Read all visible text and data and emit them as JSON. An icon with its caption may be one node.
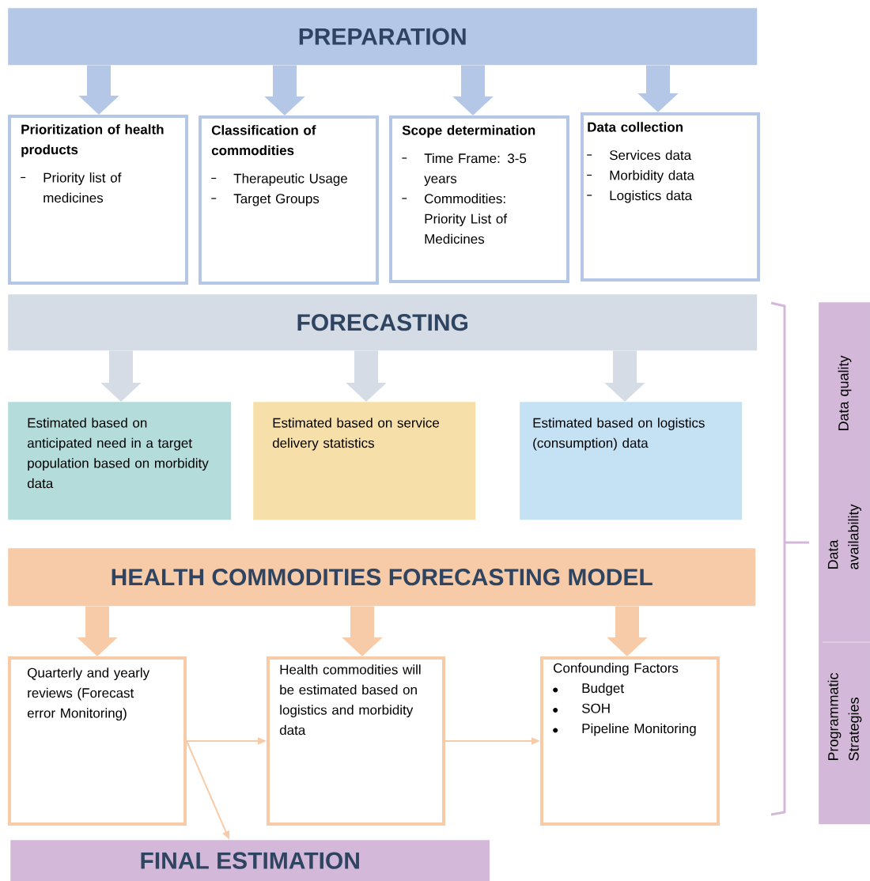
{
  "diagram": {
    "nodes": [
      {
        "text": [
          "PREPARATION"
        ]
      },
      {
        "text": [
          "Prioritization of health products",
          "Priority list of medicines"
        ]
      },
      {
        "text": [
          "Classification of commodities",
          "Therapeutic Usage",
          "Target Groups"
        ]
      },
      {
        "text": [
          "Scope determination",
          "Time Frame: 3-5 years",
          "Commodities: Priority List of Medicines"
        ]
      },
      {
        "text": [
          "Data collection",
          "Services data",
          "Morbidity data",
          "Logistics data"
        ]
      },
      {
        "text": [
          "FORECASTING"
        ]
      },
      {
        "text": [
          "Estimated based on anticipated need in a target population based on morbidity data"
        ]
      },
      {
        "text": [
          "Estimated based on service delivery statistics"
        ]
      },
      {
        "text": [
          "Estimated based on logistics (consumption) data"
        ]
      },
      {
        "text": [
          "HEALTH COMMODITIES FORECASTING MODEL"
        ]
      },
      {
        "text": [
          "Quarterly and yearly reviews (Forecast error Monitoring)"
        ]
      },
      {
        "text": [
          "Health commodities will be estimated based on logistics and morbidity data"
        ]
      },
      {
        "text": [
          "Confounding Factors",
          "Budget",
          "SOH",
          "Pipeline Monitoring"
        ]
      },
      {
        "text": [
          "FINAL ESTIMATION"
        ]
      },
      {
        "text": [
          "Data quality",
          "Data availability",
          "Programmatic Strategies"
        ]
      }
    ],
    "edges": [
      {
        "from": 0,
        "to": 1,
        "arrow": "to",
        "color": "#b4c7e7"
      },
      {
        "from": 0,
        "to": 2,
        "arrow": "to",
        "color": "#b4c7e7"
      },
      {
        "from": 0,
        "to": 3,
        "arrow": "to",
        "color": "#b4c7e7"
      },
      {
        "from": 0,
        "to": 4,
        "arrow": "to",
        "color": "#b4c7e7"
      },
      {
        "from": 5,
        "to": 6,
        "arrow": "to",
        "color": "#d6dce5"
      },
      {
        "from": 5,
        "to": 7,
        "arrow": "to",
        "color": "#d6dce5"
      },
      {
        "from": 5,
        "to": 8,
        "arrow": "to",
        "color": "#d6dce5"
      },
      {
        "from": 9,
        "to": 10,
        "arrow": "to",
        "color": "#f8cba8"
      },
      {
        "from": 9,
        "to": 11,
        "arrow": "to",
        "color": "#f8cba8"
      },
      {
        "from": 9,
        "to": 12,
        "arrow": "to",
        "color": "#f8cba8"
      },
      {
        "from": 10,
        "to": 11,
        "arrow": "to",
        "color": "#f8cba8"
      },
      {
        "from": 11,
        "to": 12,
        "arrow": "to",
        "color": "#f8cba8"
      },
      {
        "from": 10,
        "to": 13,
        "arrow": "to",
        "color": "#f8cba8"
      }
    ]
  }
}
